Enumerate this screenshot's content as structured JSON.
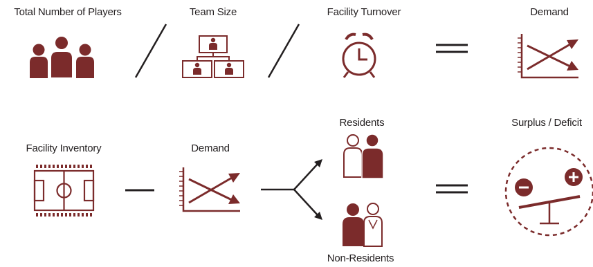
{
  "colors": {
    "accent": "#7b2b2b",
    "ink": "#231f20",
    "background": "#ffffff"
  },
  "row1": {
    "total_players": "Total Number of Players",
    "team_size": "Team Size",
    "facility_turnover": "Facility Turnover",
    "demand": "Demand"
  },
  "row2": {
    "facility_inventory": "Facility Inventory",
    "demand": "Demand",
    "residents": "Residents",
    "non_residents": "Non-Residents",
    "surplus_deficit": "Surplus / Deficit"
  },
  "icons": [
    "players-group-icon",
    "team-hierarchy-icon",
    "alarm-clock-icon",
    "demand-chart-icon",
    "soccer-field-icon",
    "residents-icon",
    "non-residents-icon",
    "balance-scale-icon"
  ]
}
